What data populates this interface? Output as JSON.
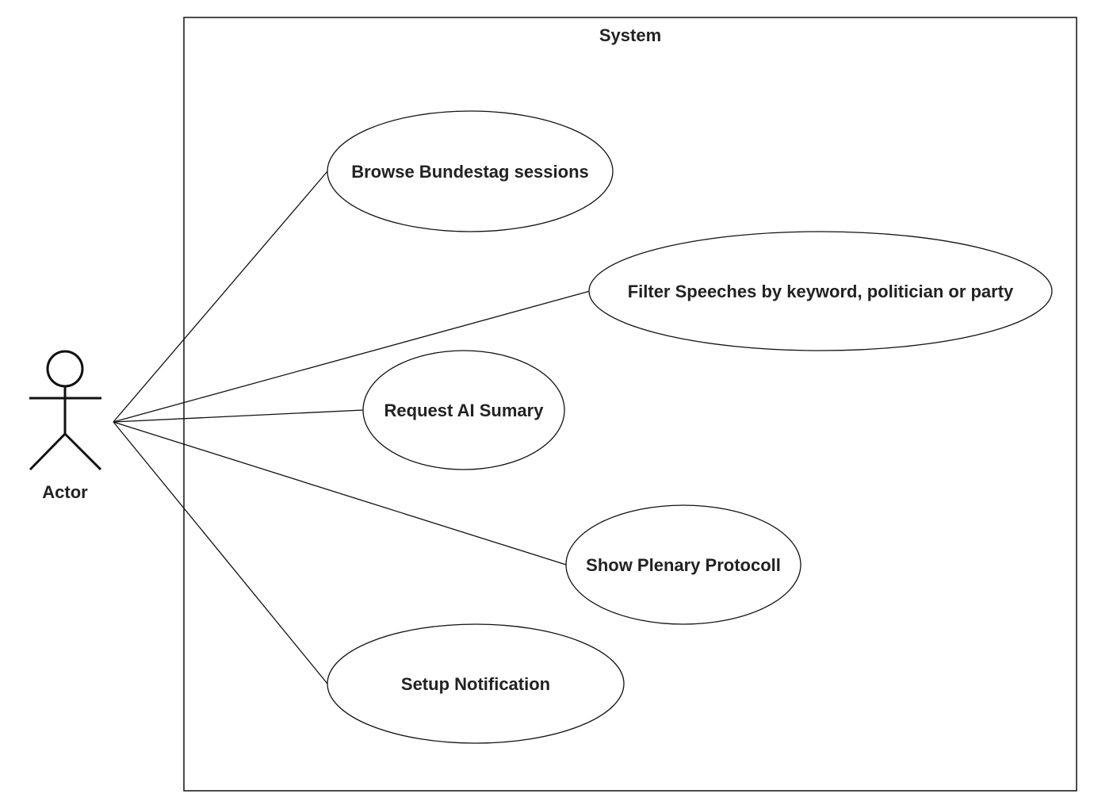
{
  "diagram": {
    "type": "use-case",
    "system": {
      "label": "System"
    },
    "actor": {
      "label": "Actor"
    },
    "use_cases": [
      {
        "id": "uc-browse",
        "label": "Browse Bundestag sessions"
      },
      {
        "id": "uc-filter",
        "label": "Filter Speeches by keyword, politician or party"
      },
      {
        "id": "uc-ai-summary",
        "label": "Request AI Sumary"
      },
      {
        "id": "uc-protocol",
        "label": "Show Plenary Protocoll"
      },
      {
        "id": "uc-notification",
        "label": "Setup Notification"
      }
    ],
    "associations": [
      {
        "from": "actor",
        "to": "uc-browse"
      },
      {
        "from": "actor",
        "to": "uc-filter"
      },
      {
        "from": "actor",
        "to": "uc-ai-summary"
      },
      {
        "from": "actor",
        "to": "uc-protocol"
      },
      {
        "from": "actor",
        "to": "uc-notification"
      }
    ]
  }
}
